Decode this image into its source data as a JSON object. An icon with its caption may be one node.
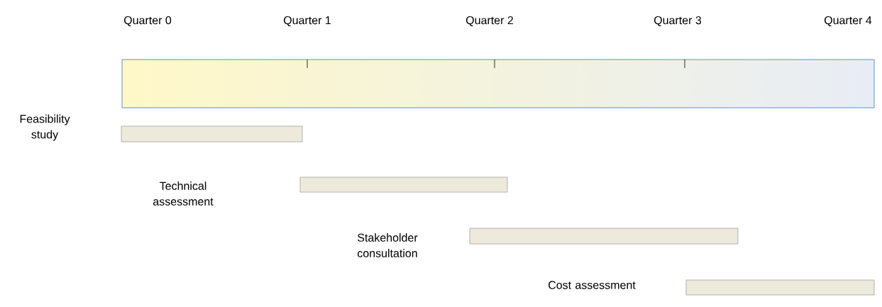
{
  "diagram": {
    "nodes": [
      {
        "text": [],
        "shape": "box"
      },
      {
        "text": [],
        "shape": "bar"
      },
      {
        "text": [],
        "shape": "bar"
      },
      {
        "text": [],
        "shape": "bar"
      },
      {
        "text": [],
        "shape": "bar"
      }
    ],
    "labels": [
      "Quarter 0",
      "Quarter 1",
      "Quarter 2",
      "Quarter 3",
      "Quarter 4",
      "Feasibility study",
      "Technical assessment",
      "Stakeholder consultation",
      "Cost assessment"
    ]
  }
}
